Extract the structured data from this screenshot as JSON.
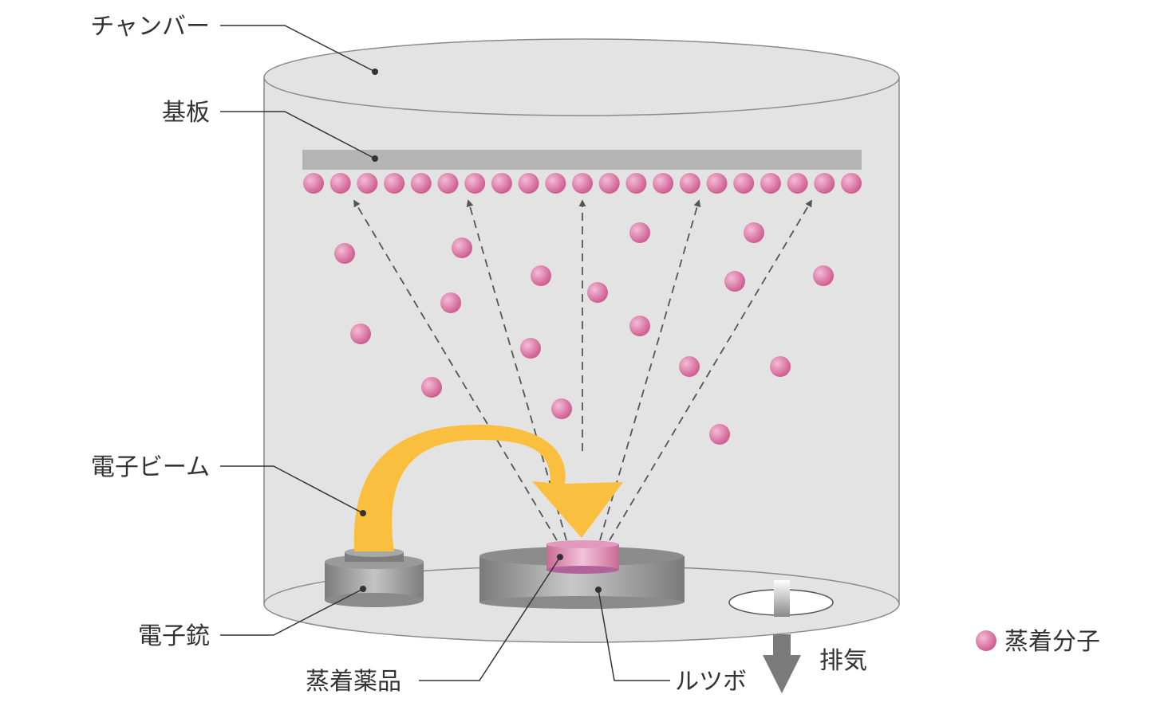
{
  "labels": {
    "chamber": "チャンバー",
    "substrate": "基板",
    "electron_beam": "電子ビーム",
    "electron_gun": "電子銃",
    "evaporation_material": "蒸着薬品",
    "crucible": "ルツボ",
    "exhaust": "排気"
  },
  "legend": {
    "label": "蒸着分子"
  },
  "colors": {
    "chamber_fill": "#e3e3e3",
    "chamber_stroke": "#8a8a8a",
    "substrate": "#b5b5b5",
    "molecule": "#d8709f",
    "beam": "#fbbf3f",
    "arrow": "#555555",
    "leader_line": "#333333",
    "exhaust_arrow": "#7a7a7a"
  },
  "icons": {
    "molecule": "molecule-dot-icon",
    "exhaust": "down-arrow-icon"
  }
}
